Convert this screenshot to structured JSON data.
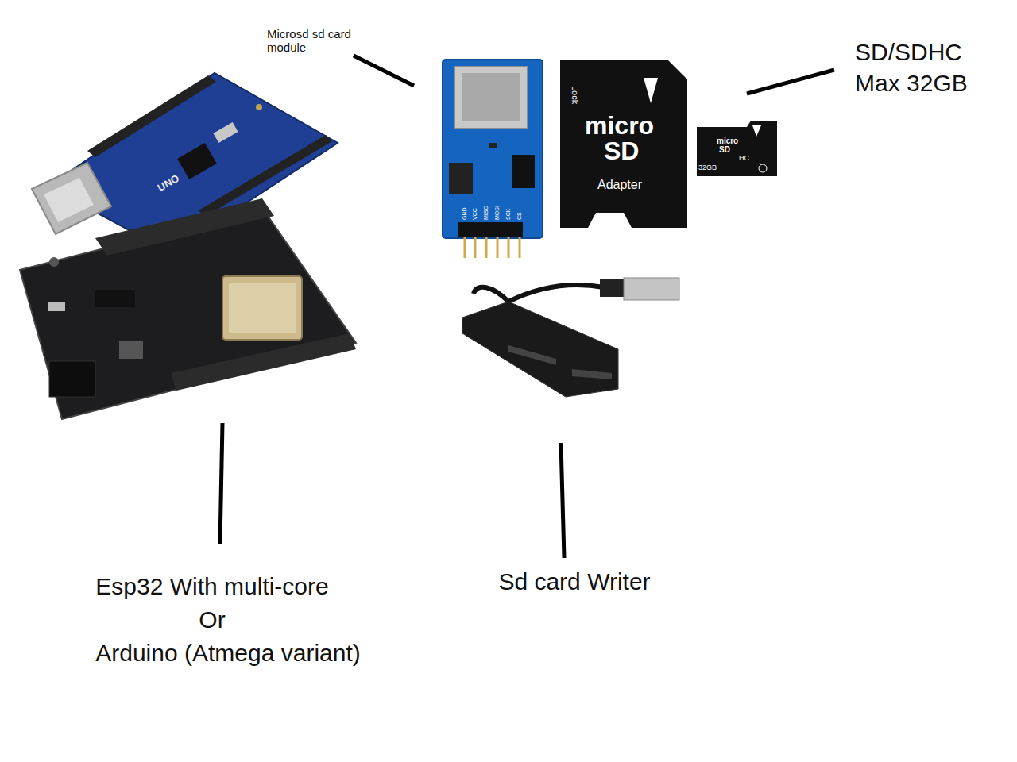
{
  "diagram": {
    "labels": [
      "Microsd sd card module",
      "SD/SDHC Max 32GB",
      "Esp32 With multi-core",
      "Or",
      "Arduino (Atmega variant)",
      "Sd card Writer",
      "UNO",
      "Lock",
      "micro",
      "SD",
      "Adapter",
      "micro",
      "SD",
      "HC",
      "32GB",
      "GND",
      "VCC",
      "MISO",
      "MOSI",
      "SCK",
      "CS"
    ]
  }
}
